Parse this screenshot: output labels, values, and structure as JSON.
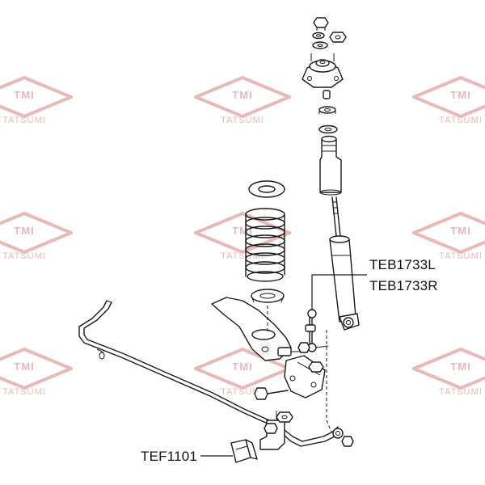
{
  "watermark": {
    "logo_text": "TMI",
    "brand_text": "TATSUMI",
    "logo_color": "#e8b9b9"
  },
  "labels": {
    "teb1733l": "TEB1733L",
    "teb1733r": "TEB1733R",
    "tef1101": "TEF1101"
  }
}
